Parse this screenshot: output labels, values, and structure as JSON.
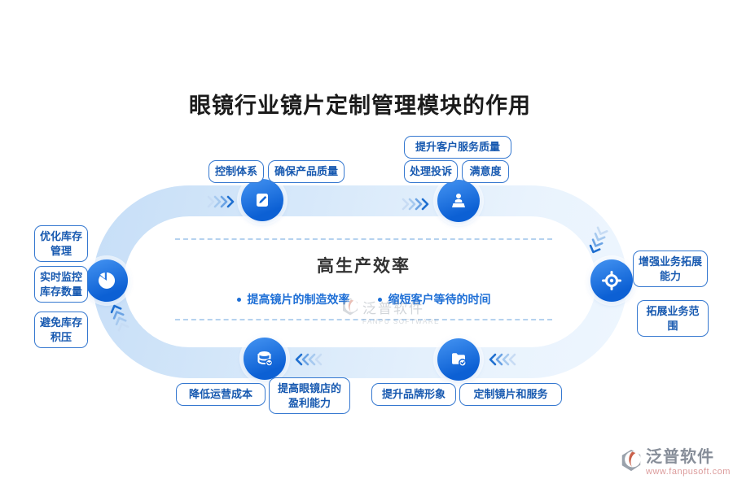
{
  "title": "眼镜行业镜片定制管理模块的作用",
  "center": {
    "heading": "高生产效率",
    "bullet1": "提高镜片的制造效率",
    "bullet2": "缩短客户等待的时间"
  },
  "boxes": {
    "control_system": "控制体系",
    "ensure_quality": "确保产品质量",
    "improve_service": "提升客户服务质量",
    "handle_complaints": "处理投诉",
    "satisfaction": "满意度",
    "optimize_inventory": "优化库存管理",
    "monitor_inventory": "实时监控库存数量",
    "avoid_backlog": "避免库存积压",
    "enhance_expansion": "增强业务拓展能力",
    "expand_scope": "拓展业务范围",
    "reduce_cost": "降低运营成本",
    "improve_profit": "提高眼镜店的盈利能力",
    "brand_image": "提升品牌形象",
    "custom_service": "定制镜片和服务"
  },
  "icons": {
    "top_left": "edit-icon",
    "top_right": "customer-service-icon",
    "left": "pie-chart-icon",
    "right": "target-icon",
    "bottom_left": "database-icon",
    "bottom_right": "folder-check-icon"
  },
  "watermark": {
    "name": "泛普软件",
    "caption": "FANPU SOFTWARE"
  },
  "logo": {
    "name": "泛普软件",
    "url": "www.fanpusoft.com"
  },
  "colors": {
    "accent_blue": "#1669d8",
    "box_border": "#3578d0",
    "box_text": "#1759b0",
    "ring_light": "#cfe3f8",
    "bullet_blue": "#1e6fd6",
    "chevron_blue": "#1f6fd0"
  }
}
